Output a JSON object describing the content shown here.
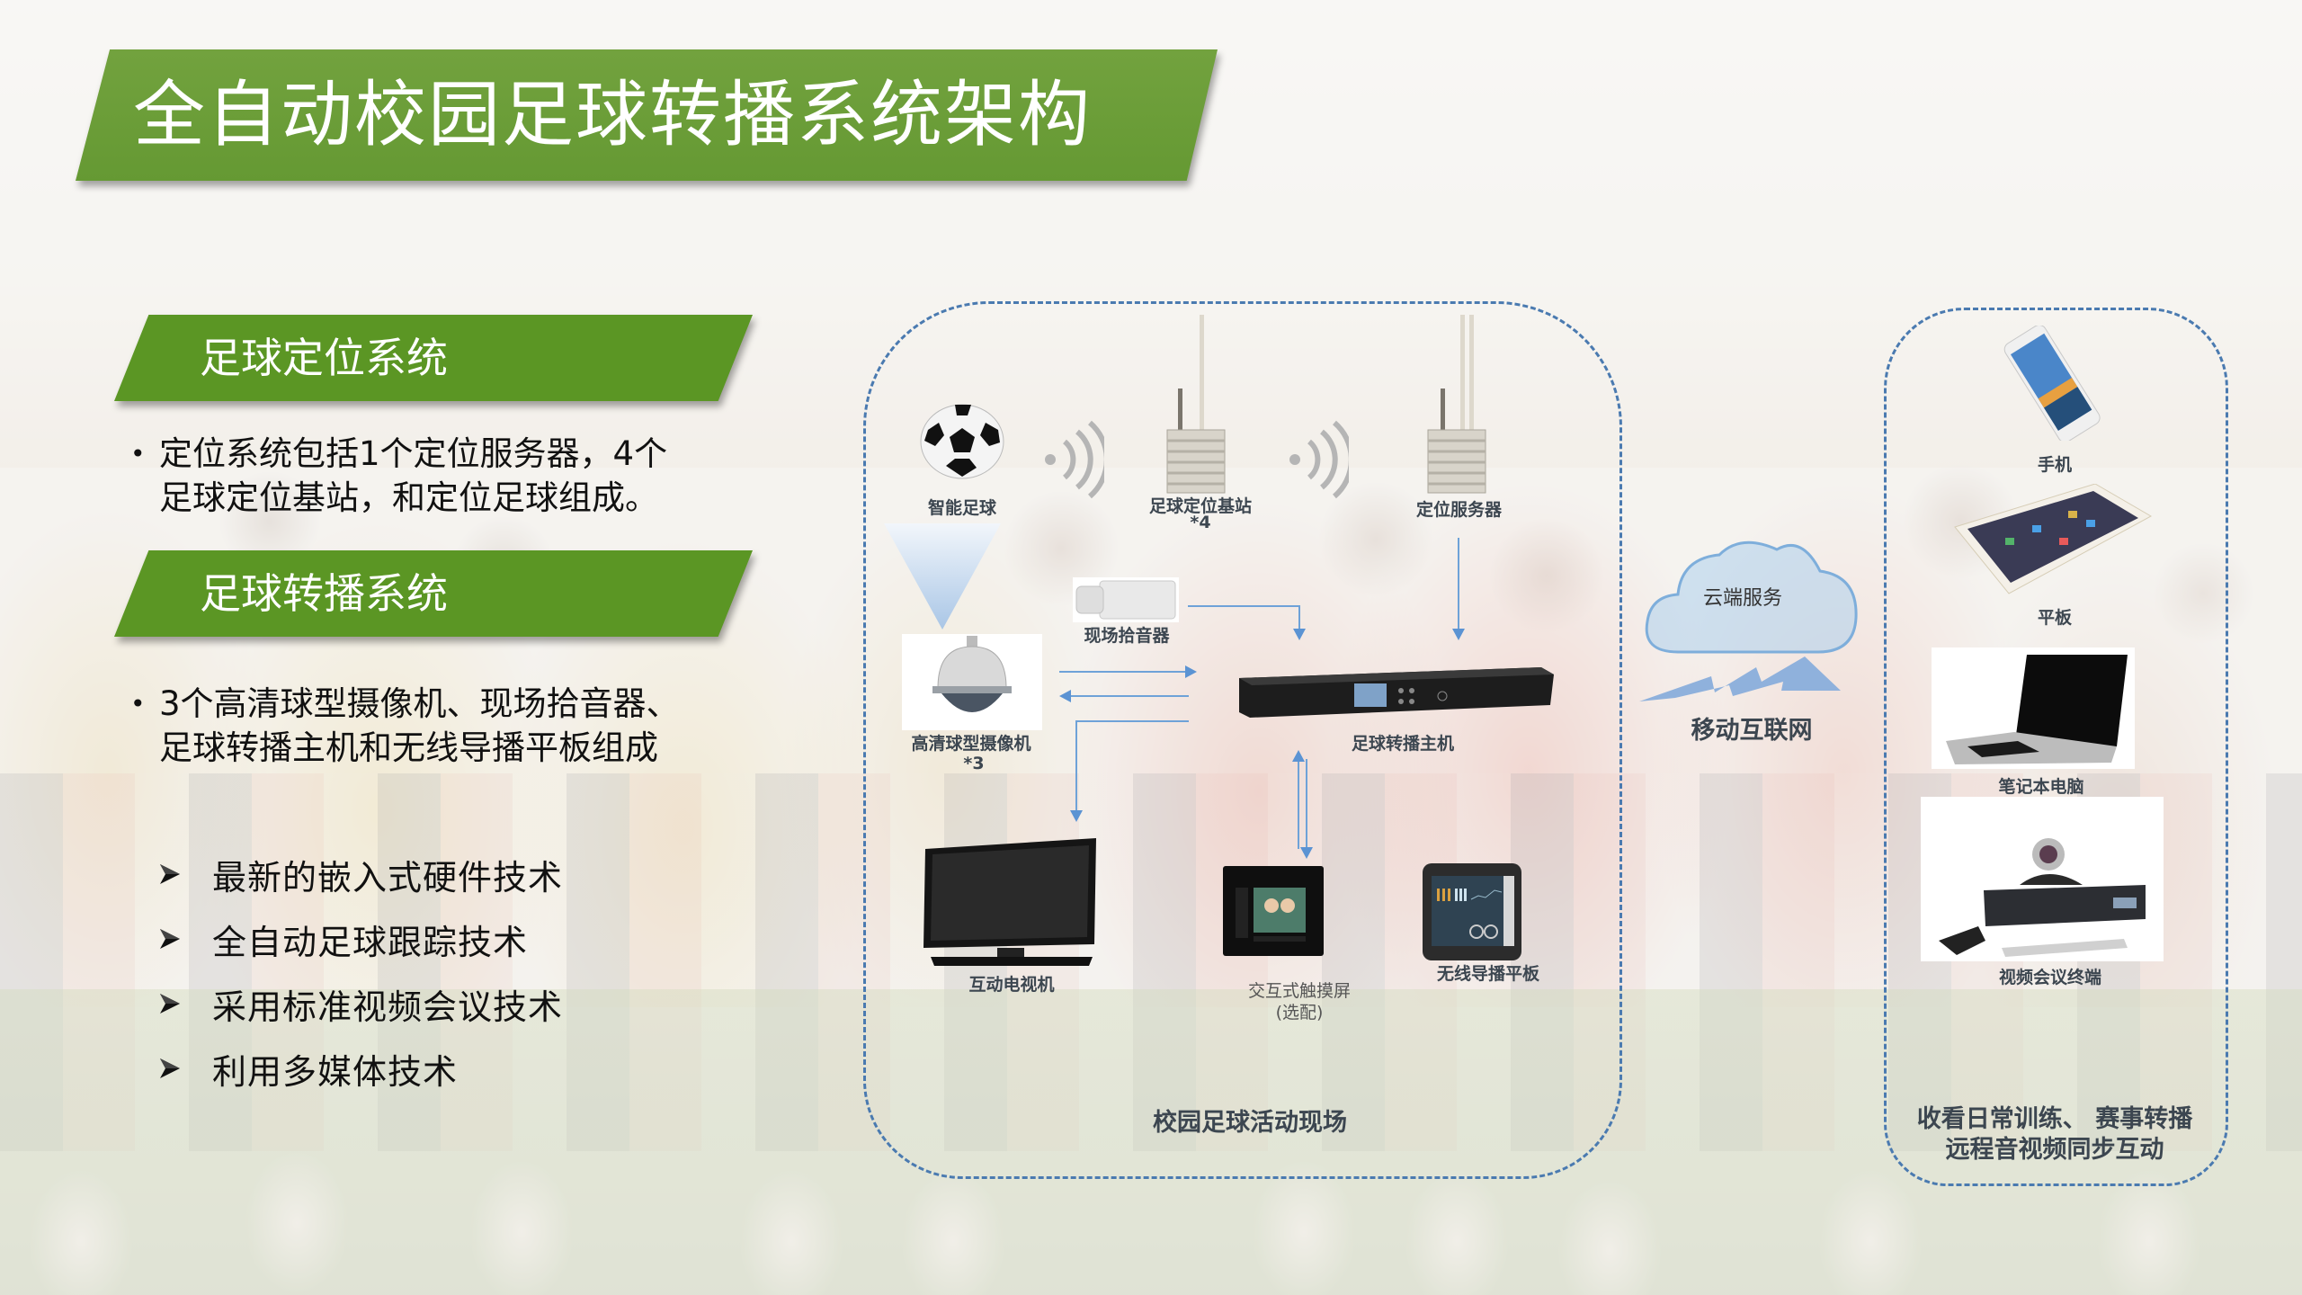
{
  "title": "全自动校园足球转播系统架构",
  "sections": [
    {
      "heading": "足球定位系统",
      "bullet_lines": [
        "定位系统包括1个定位服务器，4个",
        "足球定位基站，和定位足球组成。"
      ]
    },
    {
      "heading": "足球转播系统",
      "bullet_lines": [
        "3个高清球型摄像机、现场拾音器、",
        "足球转播主机和无线导播平板组成"
      ]
    }
  ],
  "bullet_glyph": "•",
  "features": [
    "最新的嵌入式硬件技术",
    "全自动足球跟踪技术",
    "采用标准视频会议技术",
    "利用多媒体技术"
  ],
  "diagram": {
    "site": {
      "caption": "校园足球活动现场",
      "devices": {
        "smart_ball": "智能足球",
        "base_station": "足球定位基站",
        "base_station_count": "*4",
        "position_server": "定位服务器",
        "audio_pickup": "现场拾音器",
        "hd_camera": "高清球型摄像机",
        "hd_camera_count": "*3",
        "broadcast_host": "足球转播主机",
        "interactive_tv": "互动电视机",
        "touch_screen": "交互式触摸屏",
        "touch_screen_note": "(选配)",
        "director_tablet": "无线导播平板"
      }
    },
    "network": {
      "cloud": "云端服务",
      "mobile_internet": "移动互联网"
    },
    "remote": {
      "caption_lines": [
        "收看日常训练、 赛事转播",
        "远程音视频同步互动"
      ],
      "devices": {
        "phone": "手机",
        "tablet": "平板",
        "laptop": "笔记本电脑",
        "video_conf": "视频会议终端"
      }
    }
  },
  "colors": {
    "title_green": "#6a9c37",
    "section_green": "#5b9624",
    "dash_blue": "#4a7ab0",
    "arrow_blue": "#5b93d3",
    "label_gray": "#3c4650"
  }
}
